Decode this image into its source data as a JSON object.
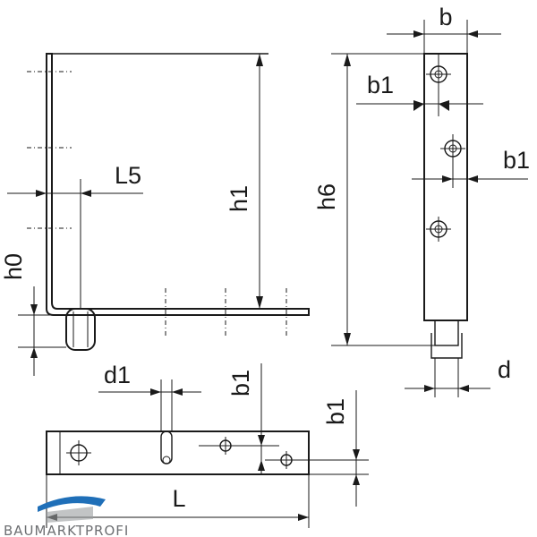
{
  "labels": {
    "b": "b",
    "b1_top": "b1",
    "b1_mid": "b1",
    "b1_bottom_a": "b1",
    "b1_bottom_b": "b1",
    "h1": "h1",
    "h6": "h6",
    "h0": "h0",
    "L5": "L5",
    "d1": "d1",
    "d": "d",
    "L": "L"
  },
  "logo": {
    "text": "BAUMARKTPROFI",
    "colors": {
      "blue": "#1f6fb8",
      "gray": "#6d6f72"
    }
  }
}
